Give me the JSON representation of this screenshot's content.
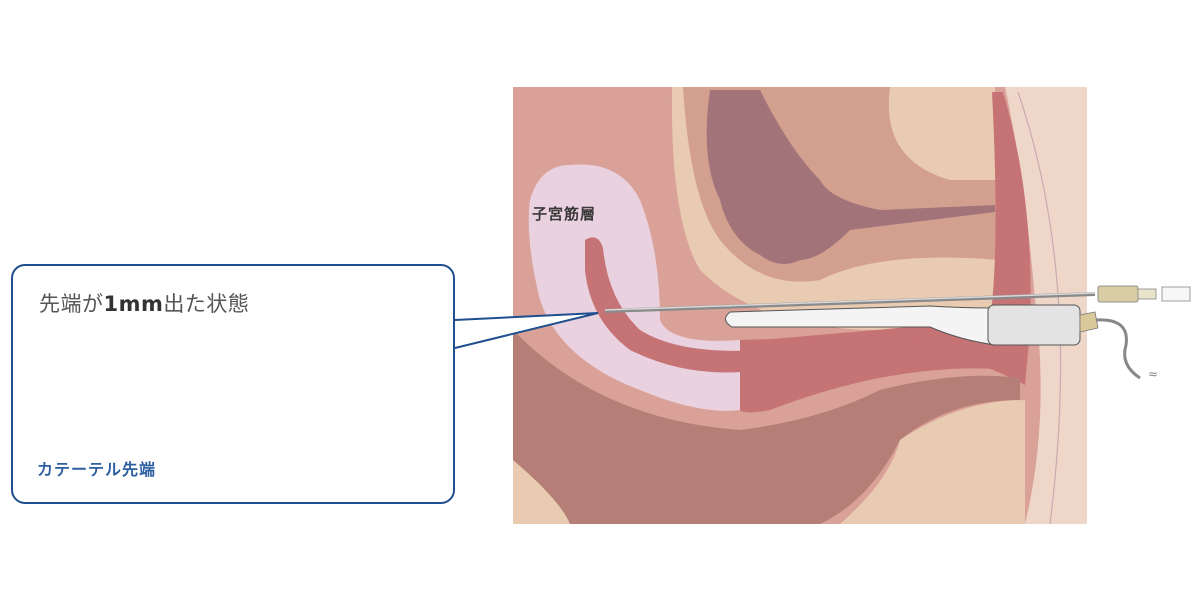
{
  "callout": {
    "title_prefix": "先端が",
    "title_bold": "1mm",
    "title_suffix": "出た状態",
    "tip_label": "カテーテル先端",
    "border_color": "#1f4f8f",
    "label_color": "#2d5fa0"
  },
  "anatomy": {
    "label": "子宮筋層",
    "colors": {
      "background": "#d9a197",
      "myometrium": "#ead1df",
      "cavity": "#c67375",
      "fat": "#e8cbb0",
      "bladder_wall": "#d3a08f",
      "rectum": "#a27479",
      "bowel": "#b57f77",
      "skin": "#eed6c9"
    }
  },
  "devices": {
    "needle": "needle",
    "probe": "transvaginal-ultrasound-probe",
    "connector": "luer-connector",
    "cable": "probe-cable"
  }
}
